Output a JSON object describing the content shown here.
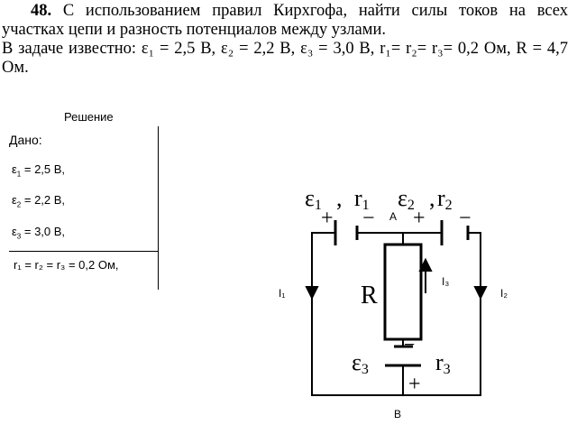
{
  "problem": {
    "number": "48.",
    "line1": "С использованием правил Кирхгофа, найти силы токов на всех участках цепи и разность потенциалов между узлами.",
    "line2": "В задаче известно: ε₁ = 2,5 В, ε₂ = 2,2 В, ε₃ = 3,0 В, r₁= r₂= r₃= 0,2 Ом, R = 4,7 Ом."
  },
  "solution": {
    "title": "Решение",
    "given_label": "Дано:",
    "e1": "ε",
    "e1_sub": "1",
    "e1_val": " = 2,5 В,",
    "e2": "ε",
    "e2_sub": "2",
    "e2_val": " = 2,2 В,",
    "e3": "ε",
    "e3_sub": "3",
    "e3_val": " = 3,0 В,",
    "r_line": "r₁ = r₂ = r₃ = 0,2 Ом,"
  },
  "circuit": {
    "e1_label": "ε",
    "e1_idx": "1",
    "r1_label": "r",
    "r1_idx": "1",
    "e2_label": "ε",
    "e2_idx": "2",
    "r2_label": "r",
    "r2_idx": "2",
    "comma": ",",
    "node_a": "A",
    "node_b": "B",
    "resistor": "R",
    "i1": "I₁",
    "i2": "I₂",
    "i3": "I₃",
    "e3_label": "ε",
    "e3_idx": "3",
    "r3_label": "r",
    "r3_idx": "3",
    "plus": "+",
    "minus": "−"
  }
}
